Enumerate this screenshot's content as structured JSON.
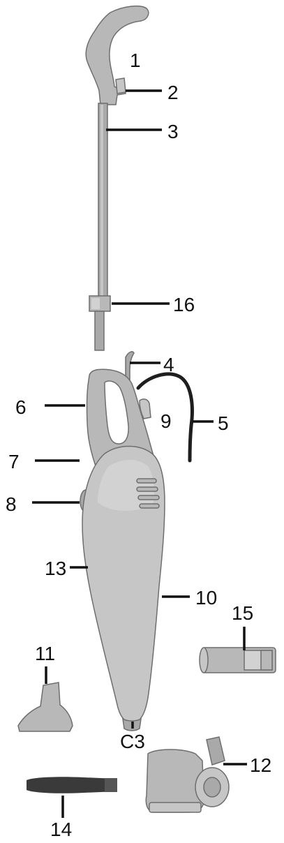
{
  "diagram": {
    "callouts": [
      {
        "id": "1",
        "text": "1"
      },
      {
        "id": "2",
        "text": "2"
      },
      {
        "id": "3",
        "text": "3"
      },
      {
        "id": "4",
        "text": "4"
      },
      {
        "id": "5",
        "text": "5"
      },
      {
        "id": "6",
        "text": "6"
      },
      {
        "id": "7",
        "text": "7"
      },
      {
        "id": "8",
        "text": "8"
      },
      {
        "id": "9",
        "text": "9"
      },
      {
        "id": "10",
        "text": "10"
      },
      {
        "id": "11",
        "text": "11"
      },
      {
        "id": "12",
        "text": "12"
      },
      {
        "id": "13",
        "text": "13"
      },
      {
        "id": "14",
        "text": "14"
      },
      {
        "id": "15",
        "text": "15"
      },
      {
        "id": "16",
        "text": "16"
      },
      {
        "id": "c3",
        "text": "C3"
      }
    ]
  }
}
